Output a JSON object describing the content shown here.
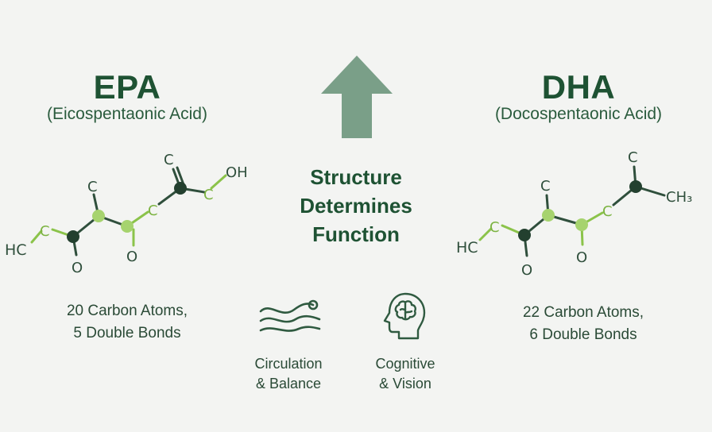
{
  "epa": {
    "name": "EPA",
    "full_name": "(Eicospentaonic Acid)",
    "stat_line1": "20 Carbon Atoms,",
    "stat_line2": "5 Double Bonds",
    "atoms": {
      "hc": "HC",
      "c1": "C",
      "c2": "C",
      "c3": "C",
      "c4": "C",
      "c5": "C",
      "o1": "O",
      "o2": "O",
      "oh": "OH"
    }
  },
  "dha": {
    "name": "DHA",
    "full_name": "(Docospentaonic Acid)",
    "stat_line1": "22 Carbon Atoms,",
    "stat_line2": "6 Double Bonds",
    "atoms": {
      "hc": "HC",
      "c1": "C",
      "c2": "C",
      "c3": "C",
      "c4": "C",
      "o1": "O",
      "o2": "O",
      "ch3": "CH₃"
    }
  },
  "center": {
    "line1": "Structure",
    "line2": "Determines",
    "line3": "Function"
  },
  "benefits": {
    "circulation_line1": "Circulation",
    "circulation_line2": "& Balance",
    "cognitive_line1": "Cognitive",
    "cognitive_line2": "& Vision"
  },
  "colors": {
    "dark_green": "#1e5233",
    "light_green": "#8bc34a",
    "node_dark": "#23402f",
    "arrow": "#7a9f88"
  },
  "icons": [
    "up-arrow-icon",
    "wave-icon",
    "brain-head-icon"
  ]
}
